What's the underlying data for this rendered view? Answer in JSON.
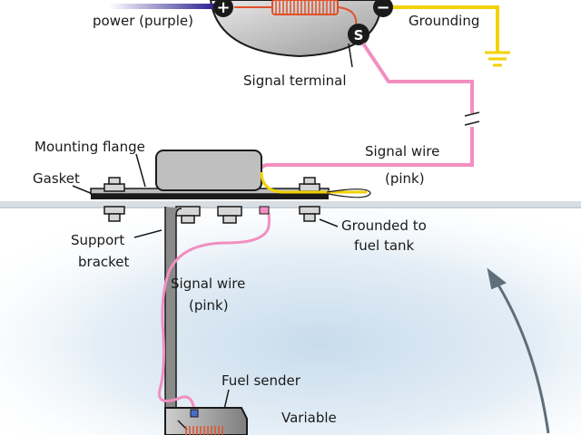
{
  "labels": {
    "power": "power (purple)",
    "grounding": "Grounding",
    "signal_terminal": "Signal terminal",
    "mounting_flange": "Mounting flange",
    "gasket": "Gasket",
    "signal_wire_top": "Signal wire",
    "signal_wire_top_color": "(pink)",
    "grounded_to_line1": "Grounded to",
    "grounded_to_line2": "fuel tank",
    "support_line1": "Support",
    "support_line2": "bracket",
    "signal_wire_mid": "Signal wire",
    "signal_wire_mid_color": "(pink)",
    "fuel_sender": "Fuel sender",
    "variable": "Variable"
  },
  "terminals": {
    "positive": "+",
    "negative": "−",
    "signal": "S"
  },
  "colors": {
    "power_wire": "#2a1f8f",
    "ground_wire": "#f2d200",
    "signal_wire": "#f28fc0",
    "coil": "#e0502a",
    "tank_glow": "#cfe0ee"
  }
}
